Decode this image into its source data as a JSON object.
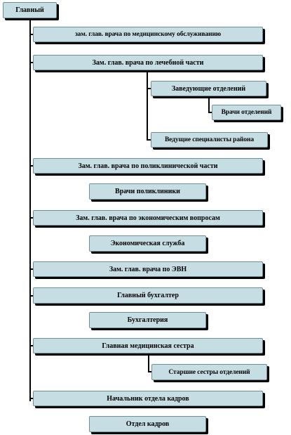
{
  "colors": {
    "box_fill": "#c5dde3",
    "box_border": "#6f8f99",
    "shadow": "#000000",
    "connector": "#000000"
  },
  "nodes": {
    "root": "Главный",
    "dep_medical_service": "зам. глав. врача по медицинскому обслуживанию",
    "dep_treatment": "Зам. глав. врача по лечебной части",
    "heads_of_departments": "Заведующие отделений",
    "department_doctors": "Врачи отделений",
    "leading_district_specialists": "Ведущие специалисты района",
    "dep_polyclinic": "Зам. глав. врача по поликлинической части",
    "polyclinic_doctors": "Врачи поликлиники",
    "dep_economic": "Зам. глав. врача по экономическим вопросам",
    "economic_service": "Экономическая служба",
    "dep_evn": "Зам. глав. врача по ЭВН",
    "chief_accountant": "Главный бухгалтер",
    "accounting": "Бухгалтерия",
    "chief_nurse": "Главная медицинская сестра",
    "senior_nurses": "Старшие сестры отделений",
    "hr_head": "Начальник отдела кадров",
    "hr_department": "Отдел кадров"
  }
}
